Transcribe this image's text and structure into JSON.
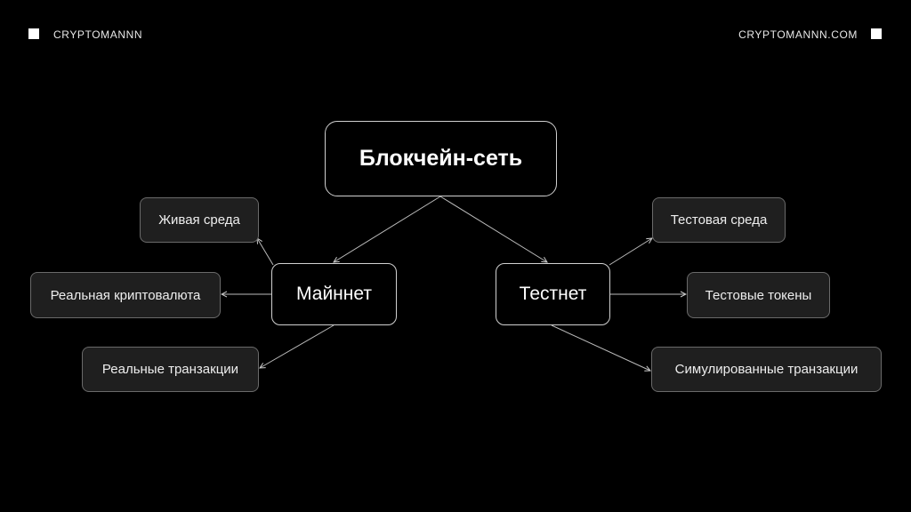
{
  "header": {
    "left_brand": "CRYPTOMANNN",
    "right_brand": "CRYPTOMANNN.COM"
  },
  "diagram": {
    "root": "Блокчейн-сеть",
    "mainnet": {
      "label": "Майннет",
      "children": [
        "Живая среда",
        "Реальная криптовалюта",
        "Реальные транзакции"
      ]
    },
    "testnet": {
      "label": "Тестнет",
      "children": [
        "Тестовая среда",
        "Тестовые токены",
        "Симулированные транзакции"
      ]
    }
  },
  "colors": {
    "background": "#000000",
    "leaf_fill": "#1f1f1f",
    "border": "#d0d0d0"
  }
}
